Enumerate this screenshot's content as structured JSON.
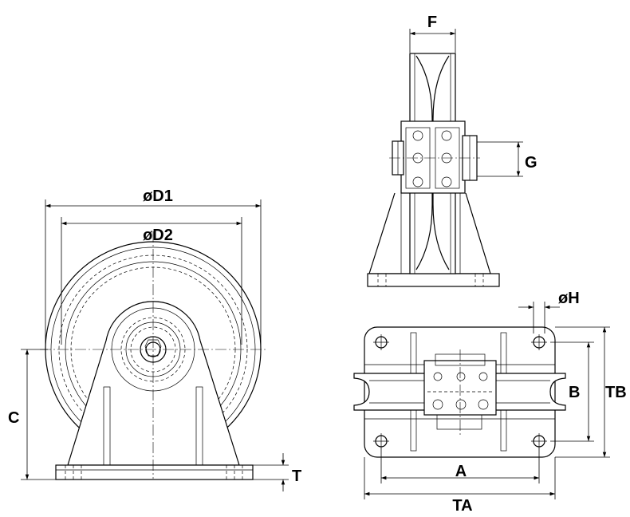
{
  "labels": {
    "d1": "øD1",
    "d2": "øD2",
    "c": "C",
    "t": "T",
    "f": "F",
    "g": "G",
    "h": "øH",
    "b": "B",
    "tb": "TB",
    "a": "A",
    "ta": "TA"
  }
}
